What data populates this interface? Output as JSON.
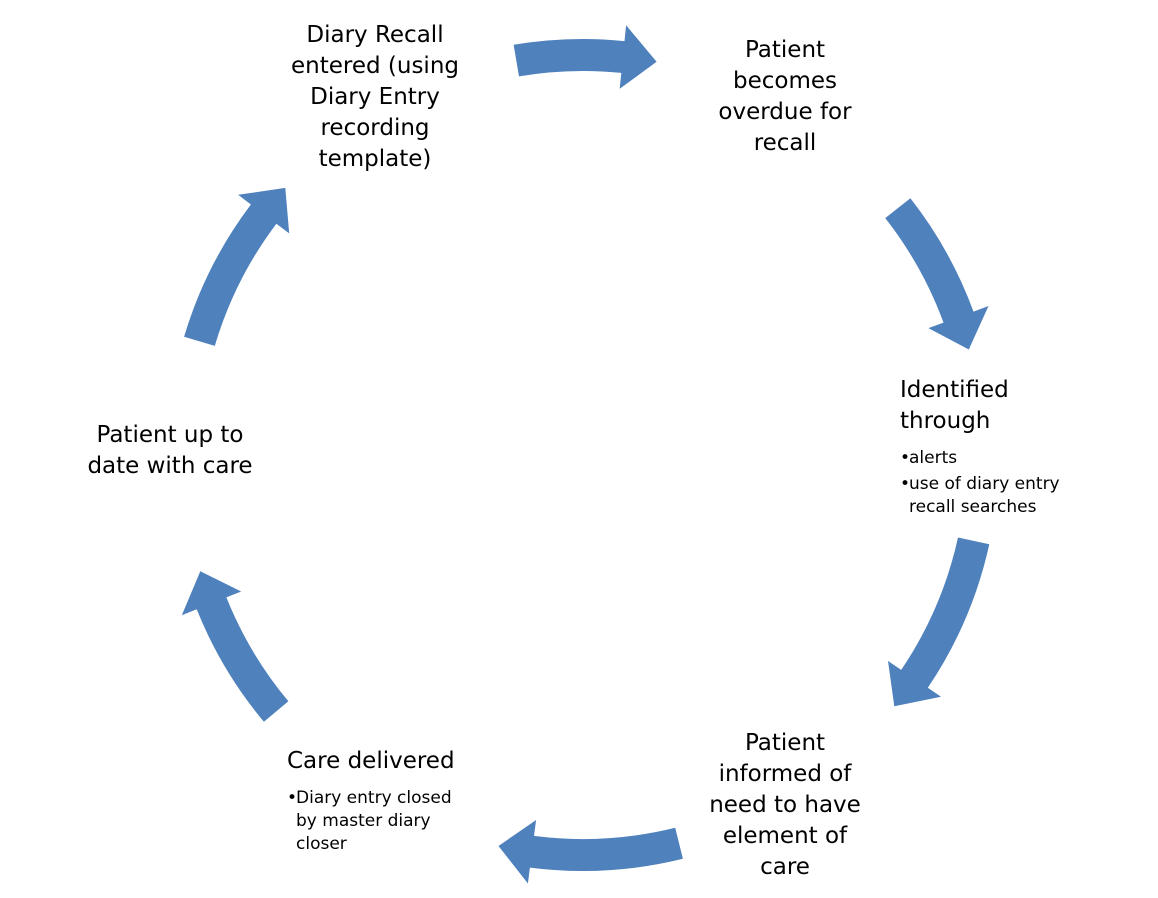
{
  "colors": {
    "arrow_fill": "#4f81bd",
    "text": "#000000",
    "background": "#ffffff"
  },
  "nodes": {
    "diary_recall": {
      "lines": [
        "Diary Recall",
        "entered (using",
        "Diary Entry",
        "recording",
        "template)"
      ]
    },
    "overdue": {
      "lines": [
        "Patient",
        "becomes",
        "overdue for",
        "recall"
      ]
    },
    "identified": {
      "lines": [
        "Identified",
        "through"
      ],
      "bullets": [
        {
          "lines": [
            "alerts"
          ]
        },
        {
          "lines": [
            "use of diary entry",
            "recall searches"
          ]
        }
      ]
    },
    "informed": {
      "lines": [
        "Patient",
        "informed of",
        "need to have",
        "element of",
        "care"
      ]
    },
    "care_delivered": {
      "lines": [
        "Care delivered"
      ],
      "bullets": [
        {
          "lines": [
            "Diary entry closed",
            "by master diary",
            "closer"
          ]
        }
      ]
    },
    "up_to_date": {
      "lines": [
        "Patient up to",
        "date with care"
      ]
    }
  }
}
